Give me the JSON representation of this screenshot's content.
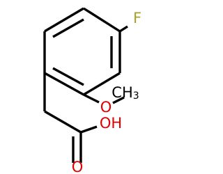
{
  "molecule": {
    "atoms": {
      "fluorine": {
        "text": "F",
        "color": "#a7a22c"
      },
      "ether_oxygen": {
        "text": "O",
        "color": "#e00000"
      },
      "methyl": {
        "text": "CH",
        "subscript": "3",
        "color": "#000000"
      },
      "carbonyl_oxygen": {
        "text": "O",
        "color": "#e00000"
      },
      "hydroxyl": {
        "text": "OH",
        "color": "#e00000"
      }
    },
    "bond_color": "#000000"
  }
}
